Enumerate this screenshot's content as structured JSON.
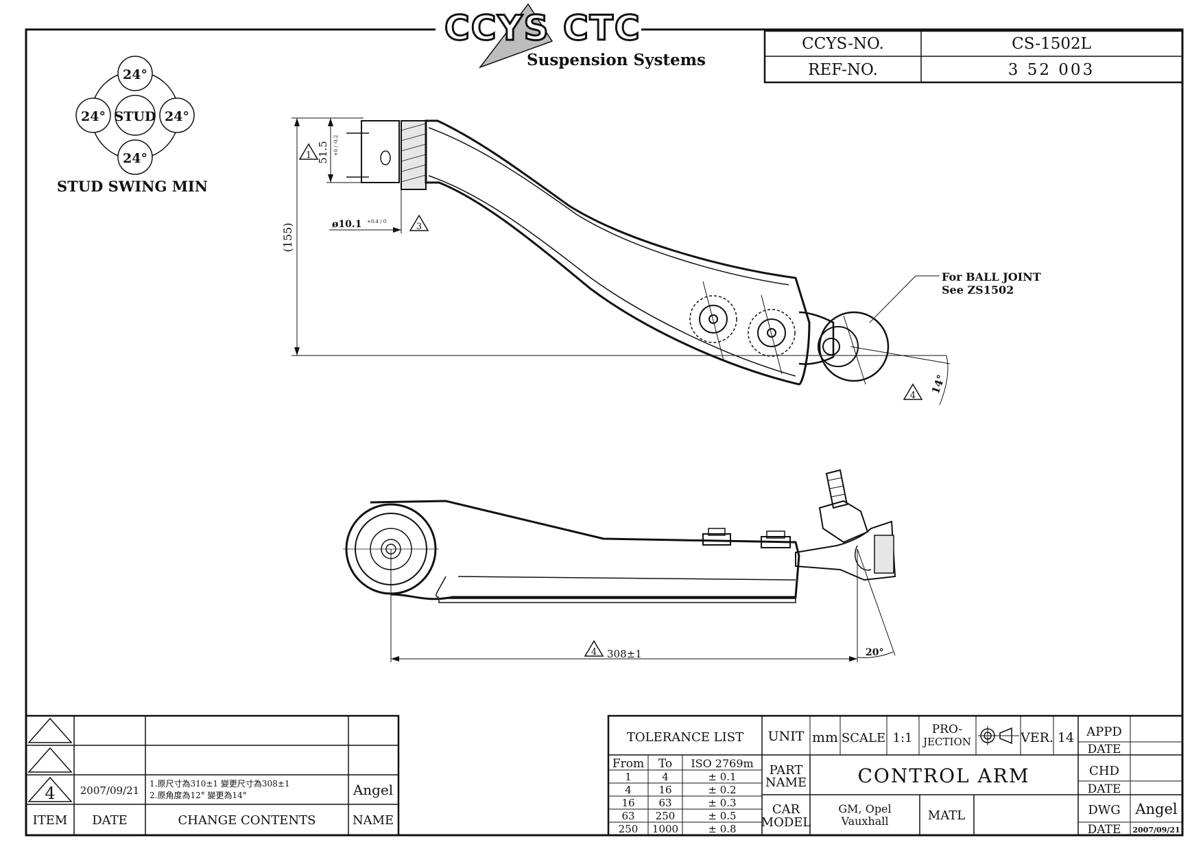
{
  "header": {
    "logo_text": "CCYS CTC",
    "logo_subtitle": "Suspension Systems",
    "ccys_no_label": "CCYS-NO.",
    "ccys_no_value": "CS-1502L",
    "ref_no_label": "REF-NO.",
    "ref_no_value": "3 52 003"
  },
  "stud_swing": {
    "center_label": "STUD",
    "top": "24°",
    "left": "24°",
    "right": "24°",
    "bottom": "24°",
    "caption": "STUD SWING MIN"
  },
  "top_view": {
    "dim_height": "(155)",
    "dim_bushing": "51.5",
    "dim_bushing_tol": "+0 / -0.2",
    "dim_bore": "ø10.1",
    "dim_bore_tol": "+0.4 / 0",
    "note_line1": "For BALL JOINT",
    "note_line2": "See ZS1502",
    "angle": "14°",
    "marker_1": "1",
    "marker_3": "3",
    "marker_4": "4"
  },
  "side_view": {
    "dim_length": "308±1",
    "angle": "20°",
    "marker_4": "4"
  },
  "revision_table": {
    "rows": [
      {
        "item": "",
        "date": "",
        "contents_1": "",
        "contents_2": "",
        "name": ""
      },
      {
        "item": "",
        "date": "",
        "contents_1": "",
        "contents_2": "",
        "name": ""
      },
      {
        "item": "4",
        "date": "2007/09/21",
        "contents_1": "1.原尺寸為310±1 變更尺寸為308±1",
        "contents_2": "2.原角度為12° 變更為14°",
        "name": "Angel"
      }
    ],
    "headers": {
      "item": "ITEM",
      "date": "DATE",
      "contents": "CHANGE CONTENTS",
      "name": "NAME"
    }
  },
  "title_block": {
    "tolerance_title": "TOLERANCE LIST",
    "tol_headers": [
      "From",
      "To",
      "ISO 2769m"
    ],
    "tol_rows": [
      [
        "1",
        "4",
        "± 0.1"
      ],
      [
        "4",
        "16",
        "± 0.2"
      ],
      [
        "16",
        "63",
        "± 0.3"
      ],
      [
        "63",
        "250",
        "± 0.5"
      ],
      [
        "250",
        "1000",
        "± 0.8"
      ]
    ],
    "unit_label": "UNIT",
    "unit_value": "mm",
    "scale_label": "SCALE",
    "scale_value": "1:1",
    "projection_label_1": "PRO-",
    "projection_label_2": "JECTION",
    "ver_label": "VER.",
    "ver_value": "14",
    "part_name_label_1": "PART",
    "part_name_label_2": "NAME",
    "part_name_value": "CONTROL ARM",
    "car_model_label_1": "CAR",
    "car_model_label_2": "MODEL",
    "car_model_value_1": "GM, Opel",
    "car_model_value_2": "Vauxhall",
    "matl_label": "MATL",
    "matl_value": "",
    "appd_label": "APPD",
    "appd_value": "",
    "appd_date_label": "DATE",
    "appd_date_value": "",
    "chd_label": "CHD",
    "chd_value": "",
    "chd_date_label": "DATE",
    "chd_date_value": "",
    "dwg_label": "DWG",
    "dwg_value": "Angel",
    "dwg_date_label": "DATE",
    "dwg_date_value": "2007/09/21"
  }
}
